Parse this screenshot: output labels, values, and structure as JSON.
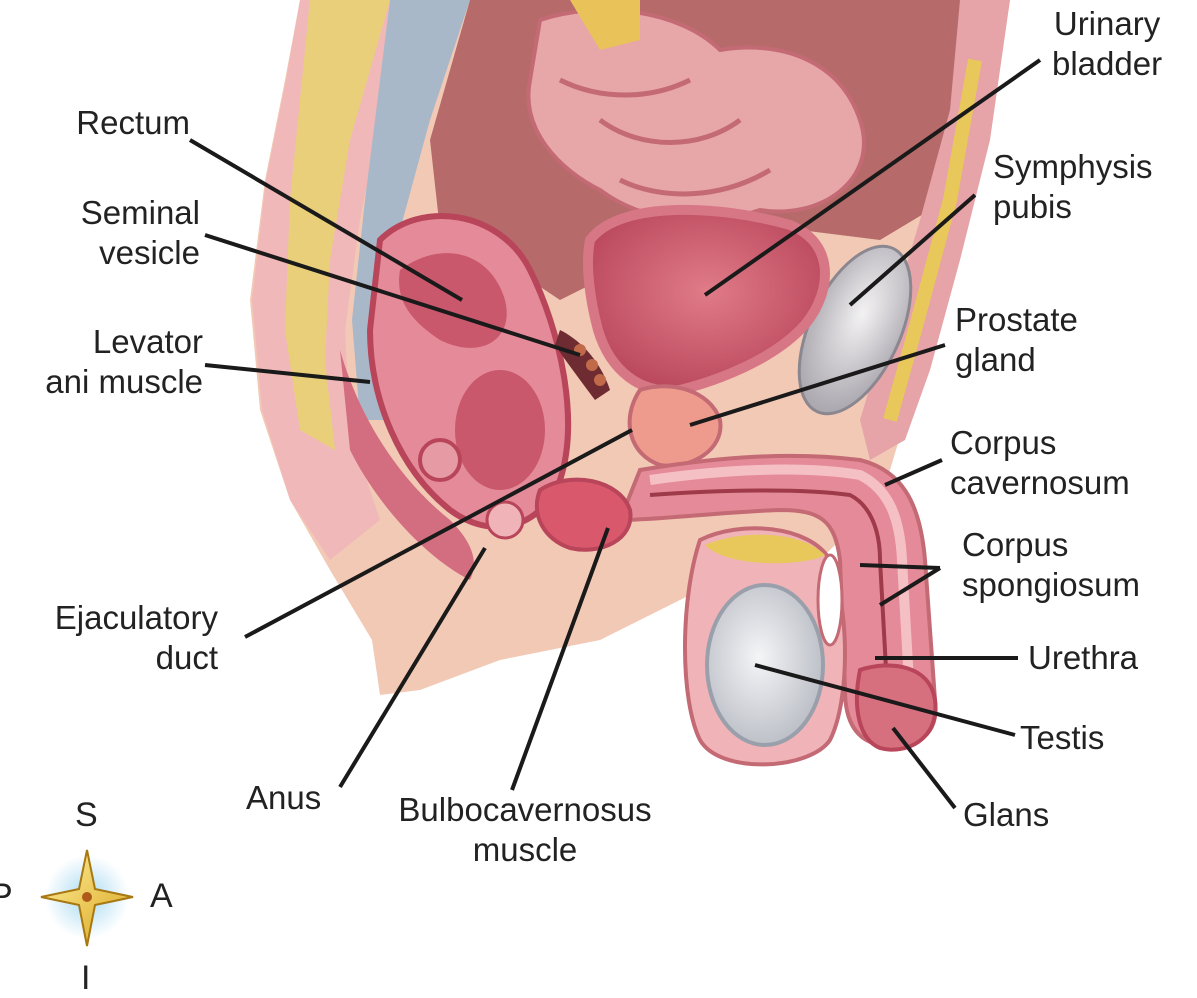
{
  "labels": {
    "urinary_bladder": [
      "Urinary",
      "bladder"
    ],
    "rectum": [
      "Rectum"
    ],
    "symphysis_pubis": [
      "Symphysis",
      "pubis"
    ],
    "seminal_vesicle": [
      "Seminal",
      "vesicle"
    ],
    "prostate_gland": [
      "Prostate",
      "gland"
    ],
    "levator_ani": [
      "Levator",
      "ani muscle"
    ],
    "corpus_cavernosum": [
      "Corpus",
      "cavernosum"
    ],
    "corpus_spongiosum": [
      "Corpus",
      "spongiosum"
    ],
    "ejaculatory_duct": [
      "Ejaculatory",
      "duct"
    ],
    "urethra": [
      "Urethra"
    ],
    "testis": [
      "Testis"
    ],
    "anus": [
      "Anus"
    ],
    "bulbocavernosus": [
      "Bulbocavernosus",
      "muscle"
    ],
    "glans": [
      "Glans"
    ]
  },
  "compass": {
    "superior": "S",
    "inferior": "I",
    "anterior": "A",
    "posterior": "P"
  },
  "colors": {
    "tissue_pink": "#e89aa6",
    "organ_red": "#c94a5c",
    "fat_yellow": "#e8c85a",
    "skin": "#f2c9b4",
    "testis_gray": "#d7d9dd",
    "bone": "#e0dde0",
    "leader_line": "#1a1a1a"
  }
}
